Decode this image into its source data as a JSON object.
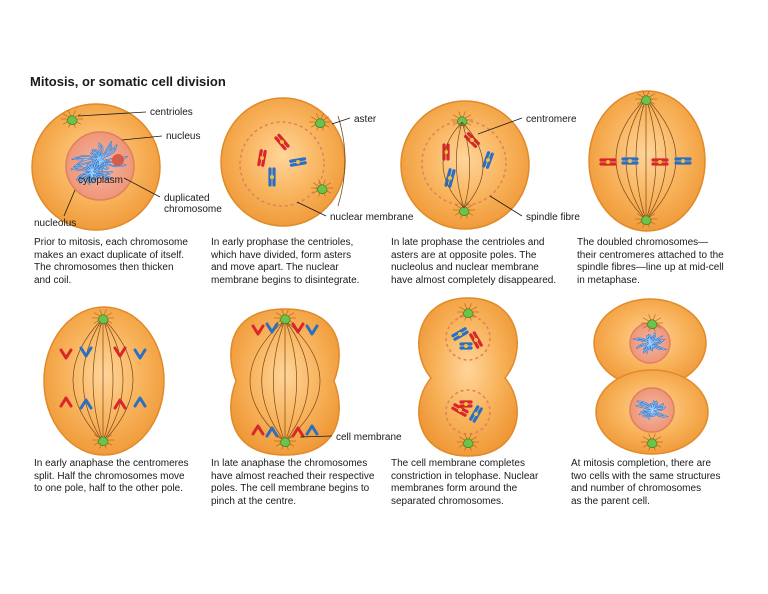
{
  "title": "Mitosis, or somatic cell division",
  "labels": {
    "centrioles": "centrioles",
    "nucleus": "nucleus",
    "cytoplasm": "cytoplasm",
    "duplicated_chromosome": "duplicated\nchromosome",
    "nucleolus": "nucleolus",
    "aster": "aster",
    "nuclear_membrane": "nuclear membrane",
    "centromere": "centromere",
    "spindle_fibre": "spindle fibre",
    "cell_membrane": "cell membrane"
  },
  "captions": [
    "Prior to mitosis, each chromosome\nmakes an exact duplicate of itself.\nThe chromosomes then thicken\nand coil.",
    "In early prophase the centrioles,\nwhich have divided, form asters\nand move apart. The nuclear\nmembrane begins to disintegrate.",
    "In late prophase the centrioles and\nasters are at opposite poles. The\nnucleolus and nuclear membrane\nhave almost completely disappeared.",
    "The doubled chromosomes—\ntheir centromeres attached to the\nspindle fibres—line up at mid-cell\nin metaphase.",
    "In early anaphase the centromeres\nsplit. Half the chromosomes move\nto one pole, half to the other pole.",
    "In late anaphase the chromosomes\nhave almost reached their respective\npoles. The cell membrane begins to\npinch at the centre.",
    "The cell membrane completes\nconstriction in telophase. Nuclear\nmembranes form around the\nseparated chromosomes.",
    "At mitosis completion, there are\ntwo cells with the same structures\nand number of chromosomes\nas the parent cell."
  ],
  "colors": {
    "cell_fill": "#f6a94a",
    "cell_edge": "#e08a2a",
    "nucleus_fill": "#f2b0a0",
    "chromosome_red": "#d9262c",
    "chromosome_blue": "#2a6fc4",
    "centriole": "#6cc24a"
  }
}
